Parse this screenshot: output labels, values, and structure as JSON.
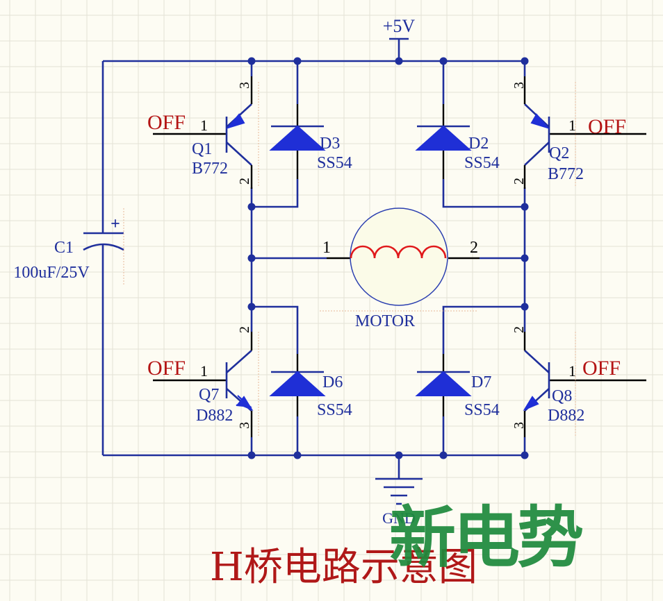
{
  "supply": {
    "label": "+5V"
  },
  "ground": {
    "label": "GND"
  },
  "capacitor": {
    "ref": "C1",
    "value": "100uF/25V",
    "polarity": "+"
  },
  "transistors": [
    {
      "ref": "Q1",
      "part": "B772",
      "control": "OFF",
      "base_pin": "1",
      "collector_pin": "3",
      "emitter_pin": "2"
    },
    {
      "ref": "Q2",
      "part": "B772",
      "control": "OFF",
      "base_pin": "1",
      "collector_pin": "3",
      "emitter_pin": "2"
    },
    {
      "ref": "Q7",
      "part": "D882",
      "control": "OFF",
      "base_pin": "1",
      "collector_pin": "2",
      "emitter_pin": "3"
    },
    {
      "ref": "Q8",
      "part": "D882",
      "control": "OFF",
      "base_pin": "1",
      "collector_pin": "2",
      "emitter_pin": "3"
    }
  ],
  "diodes": [
    {
      "ref": "D3",
      "part": "SS54"
    },
    {
      "ref": "D2",
      "part": "SS54"
    },
    {
      "ref": "D6",
      "part": "SS54"
    },
    {
      "ref": "D7",
      "part": "SS54"
    }
  ],
  "motor": {
    "label": "MOTOR",
    "pin_left": "1",
    "pin_right": "2"
  },
  "caption": "H桥电路示意图",
  "watermark": "新电势",
  "colors": {
    "wire": "#1f2f9c",
    "off_text": "#b41414",
    "coil": "#e0191b",
    "diode_fill": "#1f2fd6",
    "watermark": "#1e8a3c"
  }
}
